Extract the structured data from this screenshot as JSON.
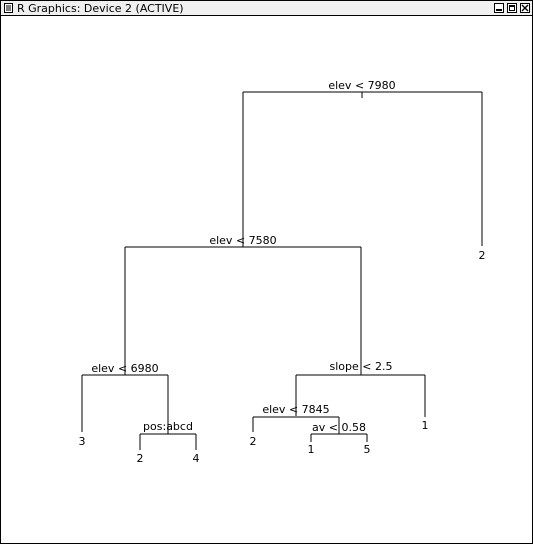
{
  "window": {
    "title": "R Graphics: Device 2 (ACTIVE)"
  },
  "icons": {
    "menu": "window-menu-icon",
    "minimize": "minimize-icon",
    "maximize": "maximize-icon",
    "close": "close-icon"
  },
  "tree": {
    "splits": [
      {
        "id": "root",
        "label": "elev < 7980"
      },
      {
        "id": "n2",
        "label": "elev < 7580"
      },
      {
        "id": "n4",
        "label": "elev < 6980"
      },
      {
        "id": "n9",
        "label": "pos:abcd"
      },
      {
        "id": "n5",
        "label": "slope < 2.5"
      },
      {
        "id": "n10",
        "label": "elev < 7845"
      },
      {
        "id": "n21",
        "label": "av < 0.58"
      }
    ],
    "leaves": [
      {
        "id": "leaf-3",
        "label": "2"
      },
      {
        "id": "leaf-8",
        "label": "3"
      },
      {
        "id": "leaf-18",
        "label": "2"
      },
      {
        "id": "leaf-19",
        "label": "4"
      },
      {
        "id": "leaf-20",
        "label": "2"
      },
      {
        "id": "leaf-42",
        "label": "1"
      },
      {
        "id": "leaf-43",
        "label": "5"
      },
      {
        "id": "leaf-11",
        "label": "1"
      }
    ]
  }
}
